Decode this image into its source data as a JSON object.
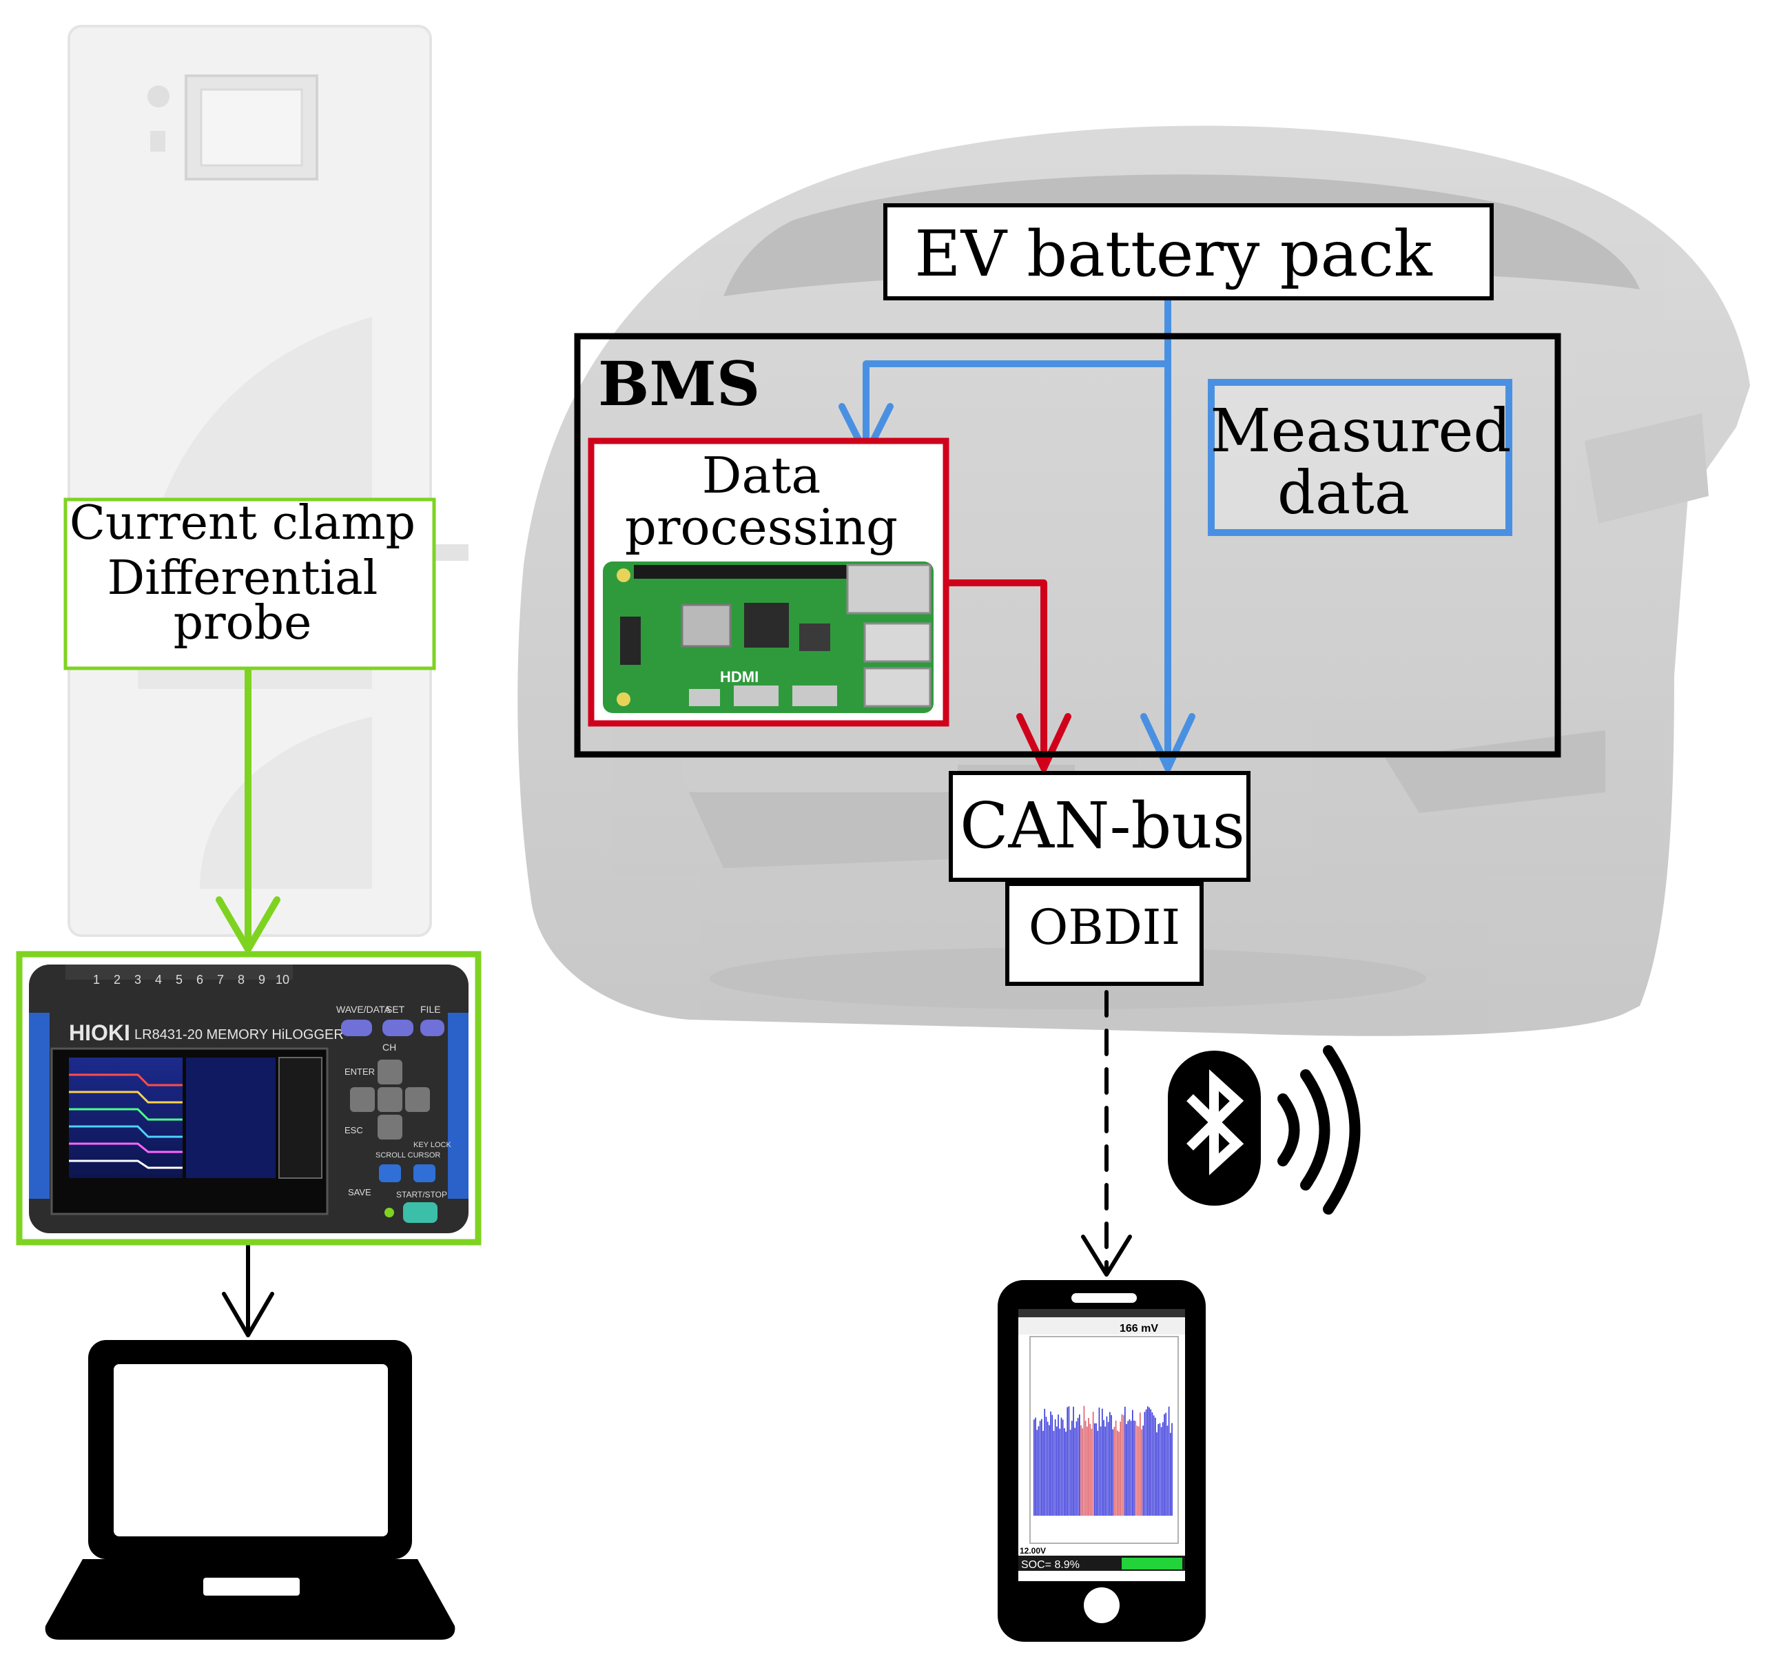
{
  "labels": {
    "ev_battery_pack": "EV battery pack",
    "bms": "BMS",
    "data_processing_line1": "Data",
    "data_processing_line2": "processing",
    "measured_line1": "Measured",
    "measured_line2": "data",
    "can_bus": "CAN-bus",
    "obdii": "OBDII",
    "sensor_line1": "Current clamp",
    "sensor_line2": "Differential",
    "sensor_line3": "probe"
  },
  "logger": {
    "brand": "HIOKI",
    "model": "LR8431-20 MEMORY HiLOGGER",
    "channels": [
      "1",
      "2",
      "3",
      "4",
      "5",
      "6",
      "7",
      "8",
      "9",
      "10"
    ],
    "button_labels": {
      "wave_data": "WAVE/DATA",
      "set": "SET",
      "file": "FILE",
      "ch": "CH",
      "enter": "ENTER",
      "esc": "ESC",
      "scroll": "SCROLL CURSOR",
      "save": "SAVE",
      "start_stop": "START/STOP",
      "key_lock": "KEY LOCK"
    }
  },
  "board": {
    "hdmi_label": "HDMI"
  },
  "phone": {
    "reading": "166 mV",
    "voltage": "12.00V",
    "soc": "SOC= 8.9%"
  },
  "colors": {
    "green": "#7ed321",
    "red": "#d0021b",
    "blue": "#4a90e2",
    "black": "#000000"
  },
  "icons": [
    "bluetooth-icon",
    "wireless-signal-icon",
    "laptop-icon",
    "smartphone-icon",
    "arrow-down-icon"
  ]
}
